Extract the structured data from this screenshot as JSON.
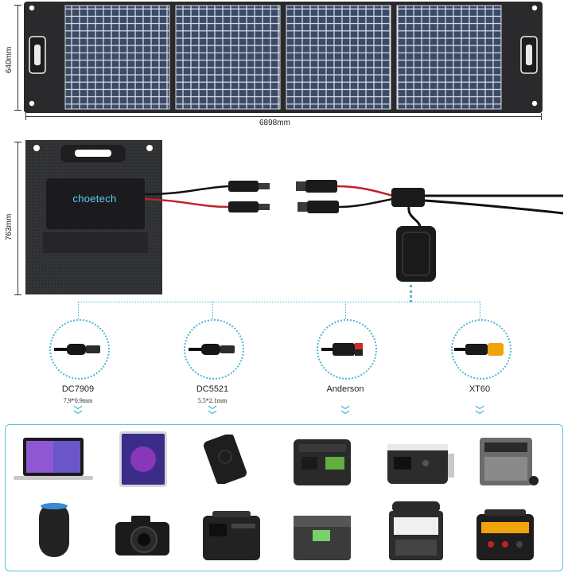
{
  "dimensions": {
    "panel_height": "640mm",
    "panel_width": "6898mm",
    "folded_height": "763mm"
  },
  "brand": "choetech",
  "connectors": [
    {
      "name": "DC7909",
      "spec": "7.9*0.9mm"
    },
    {
      "name": "DC5521",
      "spec": "5.5*2.1mm"
    },
    {
      "name": "Anderson",
      "spec": ""
    },
    {
      "name": "XT60",
      "spec": ""
    }
  ],
  "devices_row1": [
    "laptop-icon",
    "tablet-icon",
    "power-bank-icon",
    "power-station-icon",
    "power-station-icon",
    "power-station-icon"
  ],
  "devices_row2": [
    "smart-speaker-icon",
    "camera-icon",
    "power-station-icon",
    "power-station-icon",
    "power-station-icon",
    "power-station-icon"
  ],
  "colors": {
    "accent": "#4fb7d6",
    "panel": "#2a2a2c",
    "cell": "#3a4a66"
  }
}
